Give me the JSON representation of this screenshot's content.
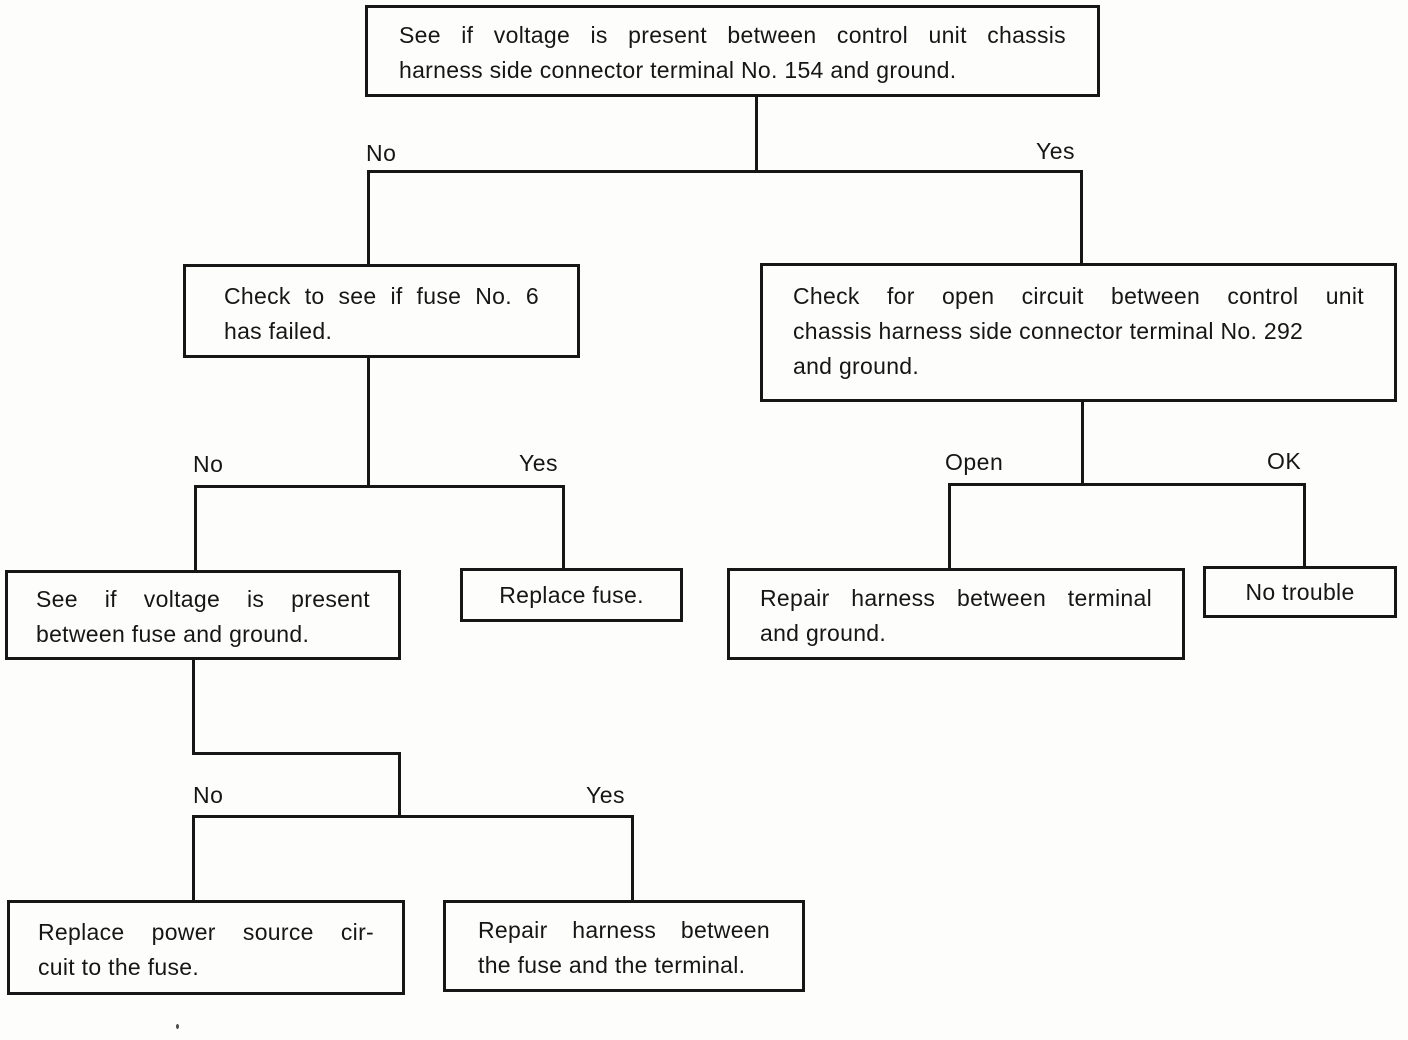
{
  "colors": {
    "background": "#fdfdfc",
    "line": "#161616",
    "text": "#161616"
  },
  "nodes": {
    "root": {
      "lines": [
        "See if voltage is present between control unit chassis",
        "harness side connector terminal No. 154 and ground."
      ]
    },
    "fuse_check": {
      "lines": [
        "Check to see if fuse No. 6",
        "has failed."
      ]
    },
    "open_circuit": {
      "lines": [
        "Check for open circuit between control unit",
        "chassis harness side connector terminal No. 292",
        "and ground."
      ]
    },
    "voltage_fuse": {
      "lines": [
        "See if voltage is present",
        "between fuse and ground."
      ]
    },
    "replace_fuse": {
      "lines": [
        "Replace fuse."
      ]
    },
    "repair_terminal": {
      "lines": [
        "Repair harness between terminal",
        "and ground."
      ]
    },
    "no_trouble": {
      "lines": [
        "No trouble"
      ]
    },
    "replace_power": {
      "lines": [
        "Replace power source cir-",
        "cuit to the fuse."
      ]
    },
    "repair_fuse_terminal": {
      "lines": [
        "Repair harness between",
        "the fuse and the terminal."
      ]
    }
  },
  "branch_labels": {
    "root": {
      "left": "No",
      "right": "Yes"
    },
    "fuse_check": {
      "left": "No",
      "right": "Yes"
    },
    "open_circuit": {
      "left": "Open",
      "right": "OK"
    },
    "voltage_fuse": {
      "left": "No",
      "right": "Yes"
    }
  }
}
